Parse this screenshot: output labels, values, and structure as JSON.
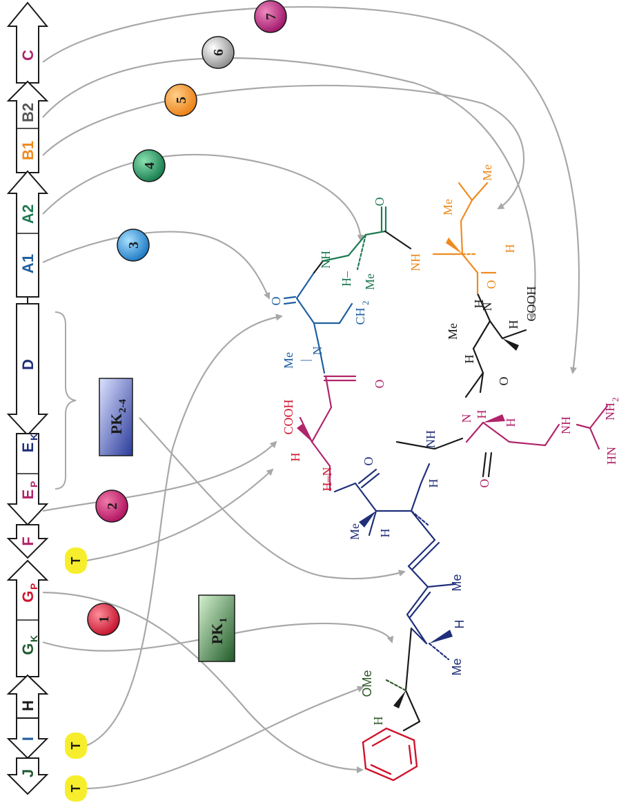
{
  "colors": {
    "blue": "#1f5fa0",
    "green": "#1e7a52",
    "orange": "#ef8a1e",
    "black": "#1a1a1a",
    "magenta": "#b0246a",
    "red": "#d0142c",
    "navy": "#1f2f7a",
    "olive": "#2f5a28",
    "gray": "#a8a8a8",
    "yellow": "#f6ee2c"
  },
  "genes": {
    "C": "C",
    "B2": "B2",
    "B1": "B1",
    "A2": "A2",
    "A1": "A1",
    "D": "D",
    "E": "E",
    "E_K": "K",
    "E_P": "P",
    "F": "F",
    "G": "G",
    "G_P": "P",
    "G_K": "K",
    "H": "H",
    "I": "I",
    "J": "J"
  },
  "modules": {
    "pk24_main": "PK",
    "pk24_sub": "2-4",
    "pk1_main": "PK",
    "pk1_sub": "1"
  },
  "steps": [
    "1",
    "2",
    "3",
    "4",
    "5",
    "6",
    "7"
  ],
  "tags": {
    "t": "T"
  },
  "chem": {
    "me": "Me",
    "h": "H",
    "nh": "NH",
    "n": "N",
    "o": "O",
    "cooh": "COOH",
    "ch2": "CH",
    "ch2_sub": "2",
    "ome": "OMe",
    "hn": "HN",
    "nh2": "NH",
    "nh2_sub": "2",
    "h_dash": "H–",
    "h_n": "H–N"
  }
}
